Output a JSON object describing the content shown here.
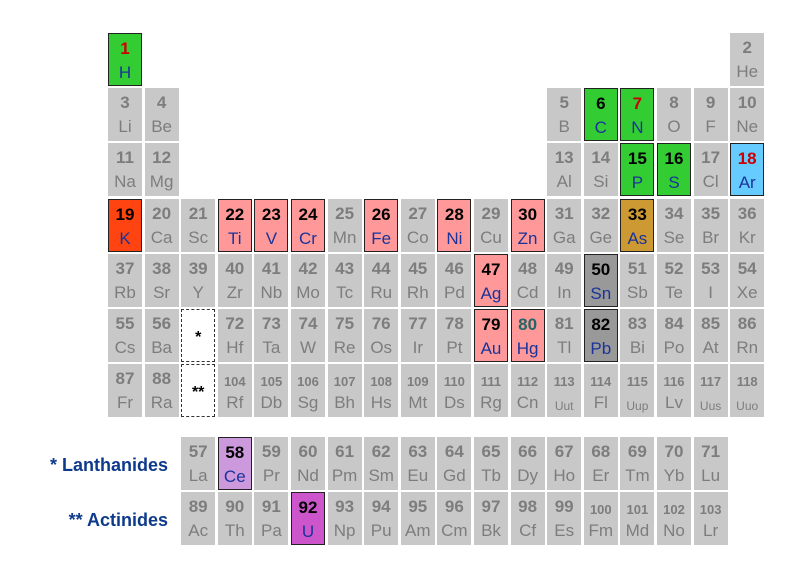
{
  "labels": {
    "lanthanides": "* Lanthanides",
    "actinides": "** Actinides",
    "lanthanide_marker": "*",
    "actinide_marker": "**"
  },
  "colors": {
    "default_bg": "#c8c8c8",
    "nonmetal_green": "#33cc33",
    "noble_gas_blue": "#66ccff",
    "alkali_red": "#ff4411",
    "transition_pink": "#ff9999",
    "metalloid_gold": "#cc9933",
    "post_transition_gray": "#999999",
    "lanthanide_purple": "#cc99dd",
    "actinide_magenta": "#cc55cc",
    "symbol_blue": "#1a3399",
    "number_red": "#cc0000",
    "number_teal": "#226666"
  },
  "elements": [
    {
      "n": "1",
      "s": "H",
      "col": 1,
      "row": 1,
      "bg": "#33cc33",
      "nc": "#cc0000"
    },
    {
      "n": "2",
      "s": "He",
      "col": 18,
      "row": 1
    },
    {
      "n": "3",
      "s": "Li",
      "col": 1,
      "row": 2
    },
    {
      "n": "4",
      "s": "Be",
      "col": 2,
      "row": 2
    },
    {
      "n": "5",
      "s": "B",
      "col": 13,
      "row": 2
    },
    {
      "n": "6",
      "s": "C",
      "col": 14,
      "row": 2,
      "bg": "#33cc33"
    },
    {
      "n": "7",
      "s": "N",
      "col": 15,
      "row": 2,
      "bg": "#33cc33",
      "nc": "#cc0000"
    },
    {
      "n": "8",
      "s": "O",
      "col": 16,
      "row": 2
    },
    {
      "n": "9",
      "s": "F",
      "col": 17,
      "row": 2
    },
    {
      "n": "10",
      "s": "Ne",
      "col": 18,
      "row": 2
    },
    {
      "n": "11",
      "s": "Na",
      "col": 1,
      "row": 3
    },
    {
      "n": "12",
      "s": "Mg",
      "col": 2,
      "row": 3
    },
    {
      "n": "13",
      "s": "Al",
      "col": 13,
      "row": 3
    },
    {
      "n": "14",
      "s": "Si",
      "col": 14,
      "row": 3
    },
    {
      "n": "15",
      "s": "P",
      "col": 15,
      "row": 3,
      "bg": "#33cc33"
    },
    {
      "n": "16",
      "s": "S",
      "col": 16,
      "row": 3,
      "bg": "#33cc33"
    },
    {
      "n": "17",
      "s": "Cl",
      "col": 17,
      "row": 3
    },
    {
      "n": "18",
      "s": "Ar",
      "col": 18,
      "row": 3,
      "bg": "#66ccff",
      "nc": "#cc0000"
    },
    {
      "n": "19",
      "s": "K",
      "col": 1,
      "row": 4,
      "bg": "#ff4411"
    },
    {
      "n": "20",
      "s": "Ca",
      "col": 2,
      "row": 4
    },
    {
      "n": "21",
      "s": "Sc",
      "col": 3,
      "row": 4
    },
    {
      "n": "22",
      "s": "Ti",
      "col": 4,
      "row": 4,
      "bg": "#ff9999"
    },
    {
      "n": "23",
      "s": "V",
      "col": 5,
      "row": 4,
      "bg": "#ff9999"
    },
    {
      "n": "24",
      "s": "Cr",
      "col": 6,
      "row": 4,
      "bg": "#ff9999"
    },
    {
      "n": "25",
      "s": "Mn",
      "col": 7,
      "row": 4
    },
    {
      "n": "26",
      "s": "Fe",
      "col": 8,
      "row": 4,
      "bg": "#ff9999"
    },
    {
      "n": "27",
      "s": "Co",
      "col": 9,
      "row": 4
    },
    {
      "n": "28",
      "s": "Ni",
      "col": 10,
      "row": 4,
      "bg": "#ff9999"
    },
    {
      "n": "29",
      "s": "Cu",
      "col": 11,
      "row": 4
    },
    {
      "n": "30",
      "s": "Zn",
      "col": 12,
      "row": 4,
      "bg": "#ff9999"
    },
    {
      "n": "31",
      "s": "Ga",
      "col": 13,
      "row": 4
    },
    {
      "n": "32",
      "s": "Ge",
      "col": 14,
      "row": 4
    },
    {
      "n": "33",
      "s": "As",
      "col": 15,
      "row": 4,
      "bg": "#cc9933"
    },
    {
      "n": "34",
      "s": "Se",
      "col": 16,
      "row": 4
    },
    {
      "n": "35",
      "s": "Br",
      "col": 17,
      "row": 4
    },
    {
      "n": "36",
      "s": "Kr",
      "col": 18,
      "row": 4
    },
    {
      "n": "37",
      "s": "Rb",
      "col": 1,
      "row": 5
    },
    {
      "n": "38",
      "s": "Sr",
      "col": 2,
      "row": 5
    },
    {
      "n": "39",
      "s": "Y",
      "col": 3,
      "row": 5
    },
    {
      "n": "40",
      "s": "Zr",
      "col": 4,
      "row": 5
    },
    {
      "n": "41",
      "s": "Nb",
      "col": 5,
      "row": 5
    },
    {
      "n": "42",
      "s": "Mo",
      "col": 6,
      "row": 5
    },
    {
      "n": "43",
      "s": "Tc",
      "col": 7,
      "row": 5
    },
    {
      "n": "44",
      "s": "Ru",
      "col": 8,
      "row": 5
    },
    {
      "n": "45",
      "s": "Rh",
      "col": 9,
      "row": 5
    },
    {
      "n": "46",
      "s": "Pd",
      "col": 10,
      "row": 5
    },
    {
      "n": "47",
      "s": "Ag",
      "col": 11,
      "row": 5,
      "bg": "#ff9999"
    },
    {
      "n": "48",
      "s": "Cd",
      "col": 12,
      "row": 5
    },
    {
      "n": "49",
      "s": "In",
      "col": 13,
      "row": 5
    },
    {
      "n": "50",
      "s": "Sn",
      "col": 14,
      "row": 5,
      "bg": "#999999"
    },
    {
      "n": "51",
      "s": "Sb",
      "col": 15,
      "row": 5
    },
    {
      "n": "52",
      "s": "Te",
      "col": 16,
      "row": 5
    },
    {
      "n": "53",
      "s": "I",
      "col": 17,
      "row": 5
    },
    {
      "n": "54",
      "s": "Xe",
      "col": 18,
      "row": 5
    },
    {
      "n": "55",
      "s": "Cs",
      "col": 1,
      "row": 6
    },
    {
      "n": "56",
      "s": "Ba",
      "col": 2,
      "row": 6
    },
    {
      "n": "72",
      "s": "Hf",
      "col": 4,
      "row": 6
    },
    {
      "n": "73",
      "s": "Ta",
      "col": 5,
      "row": 6
    },
    {
      "n": "74",
      "s": "W",
      "col": 6,
      "row": 6
    },
    {
      "n": "75",
      "s": "Re",
      "col": 7,
      "row": 6
    },
    {
      "n": "76",
      "s": "Os",
      "col": 8,
      "row": 6
    },
    {
      "n": "77",
      "s": "Ir",
      "col": 9,
      "row": 6
    },
    {
      "n": "78",
      "s": "Pt",
      "col": 10,
      "row": 6
    },
    {
      "n": "79",
      "s": "Au",
      "col": 11,
      "row": 6,
      "bg": "#ff9999"
    },
    {
      "n": "80",
      "s": "Hg",
      "col": 12,
      "row": 6,
      "bg": "#ff9999",
      "nc": "#226666"
    },
    {
      "n": "81",
      "s": "Tl",
      "col": 13,
      "row": 6
    },
    {
      "n": "82",
      "s": "Pb",
      "col": 14,
      "row": 6,
      "bg": "#999999"
    },
    {
      "n": "83",
      "s": "Bi",
      "col": 15,
      "row": 6
    },
    {
      "n": "84",
      "s": "Po",
      "col": 16,
      "row": 6
    },
    {
      "n": "85",
      "s": "At",
      "col": 17,
      "row": 6
    },
    {
      "n": "86",
      "s": "Rn",
      "col": 18,
      "row": 6
    },
    {
      "n": "87",
      "s": "Fr",
      "col": 1,
      "row": 7
    },
    {
      "n": "88",
      "s": "Ra",
      "col": 2,
      "row": 7
    },
    {
      "n": "104",
      "s": "Rf",
      "col": 4,
      "row": 7,
      "small": true
    },
    {
      "n": "105",
      "s": "Db",
      "col": 5,
      "row": 7,
      "small": true
    },
    {
      "n": "106",
      "s": "Sg",
      "col": 6,
      "row": 7,
      "small": true
    },
    {
      "n": "107",
      "s": "Bh",
      "col": 7,
      "row": 7,
      "small": true
    },
    {
      "n": "108",
      "s": "Hs",
      "col": 8,
      "row": 7,
      "small": true
    },
    {
      "n": "109",
      "s": "Mt",
      "col": 9,
      "row": 7,
      "small": true
    },
    {
      "n": "110",
      "s": "Ds",
      "col": 10,
      "row": 7,
      "small": true
    },
    {
      "n": "111",
      "s": "Rg",
      "col": 11,
      "row": 7,
      "small": true
    },
    {
      "n": "112",
      "s": "Cn",
      "col": 12,
      "row": 7,
      "small": true
    },
    {
      "n": "113",
      "s": "Uut",
      "col": 13,
      "row": 7,
      "small": true,
      "ssmall": true
    },
    {
      "n": "114",
      "s": "Fl",
      "col": 14,
      "row": 7,
      "small": true
    },
    {
      "n": "115",
      "s": "Uup",
      "col": 15,
      "row": 7,
      "small": true,
      "ssmall": true
    },
    {
      "n": "116",
      "s": "Lv",
      "col": 16,
      "row": 7,
      "small": true
    },
    {
      "n": "117",
      "s": "Uus",
      "col": 17,
      "row": 7,
      "small": true,
      "ssmall": true
    },
    {
      "n": "118",
      "s": "Uuo",
      "col": 18,
      "row": 7,
      "small": true,
      "ssmall": true
    },
    {
      "n": "57",
      "s": "La",
      "col": 3,
      "row": 8
    },
    {
      "n": "58",
      "s": "Ce",
      "col": 4,
      "row": 8,
      "bg": "#cc99dd"
    },
    {
      "n": "59",
      "s": "Pr",
      "col": 5,
      "row": 8
    },
    {
      "n": "60",
      "s": "Nd",
      "col": 6,
      "row": 8
    },
    {
      "n": "61",
      "s": "Pm",
      "col": 7,
      "row": 8
    },
    {
      "n": "62",
      "s": "Sm",
      "col": 8,
      "row": 8
    },
    {
      "n": "63",
      "s": "Eu",
      "col": 9,
      "row": 8
    },
    {
      "n": "64",
      "s": "Gd",
      "col": 10,
      "row": 8
    },
    {
      "n": "65",
      "s": "Tb",
      "col": 11,
      "row": 8
    },
    {
      "n": "66",
      "s": "Dy",
      "col": 12,
      "row": 8
    },
    {
      "n": "67",
      "s": "Ho",
      "col": 13,
      "row": 8
    },
    {
      "n": "68",
      "s": "Er",
      "col": 14,
      "row": 8
    },
    {
      "n": "69",
      "s": "Tm",
      "col": 15,
      "row": 8
    },
    {
      "n": "70",
      "s": "Yb",
      "col": 16,
      "row": 8
    },
    {
      "n": "71",
      "s": "Lu",
      "col": 17,
      "row": 8
    },
    {
      "n": "89",
      "s": "Ac",
      "col": 3,
      "row": 9
    },
    {
      "n": "90",
      "s": "Th",
      "col": 4,
      "row": 9
    },
    {
      "n": "91",
      "s": "Pa",
      "col": 5,
      "row": 9
    },
    {
      "n": "92",
      "s": "U",
      "col": 6,
      "row": 9,
      "bg": "#cc55cc"
    },
    {
      "n": "93",
      "s": "Np",
      "col": 7,
      "row": 9
    },
    {
      "n": "94",
      "s": "Pu",
      "col": 8,
      "row": 9
    },
    {
      "n": "95",
      "s": "Am",
      "col": 9,
      "row": 9
    },
    {
      "n": "96",
      "s": "Cm",
      "col": 10,
      "row": 9
    },
    {
      "n": "97",
      "s": "Bk",
      "col": 11,
      "row": 9
    },
    {
      "n": "98",
      "s": "Cf",
      "col": 12,
      "row": 9
    },
    {
      "n": "99",
      "s": "Es",
      "col": 13,
      "row": 9
    },
    {
      "n": "100",
      "s": "Fm",
      "col": 14,
      "row": 9,
      "small": true
    },
    {
      "n": "101",
      "s": "Md",
      "col": 15,
      "row": 9,
      "small": true
    },
    {
      "n": "102",
      "s": "No",
      "col": 16,
      "row": 9,
      "small": true
    },
    {
      "n": "103",
      "s": "Lr",
      "col": 17,
      "row": 9,
      "small": true
    }
  ]
}
